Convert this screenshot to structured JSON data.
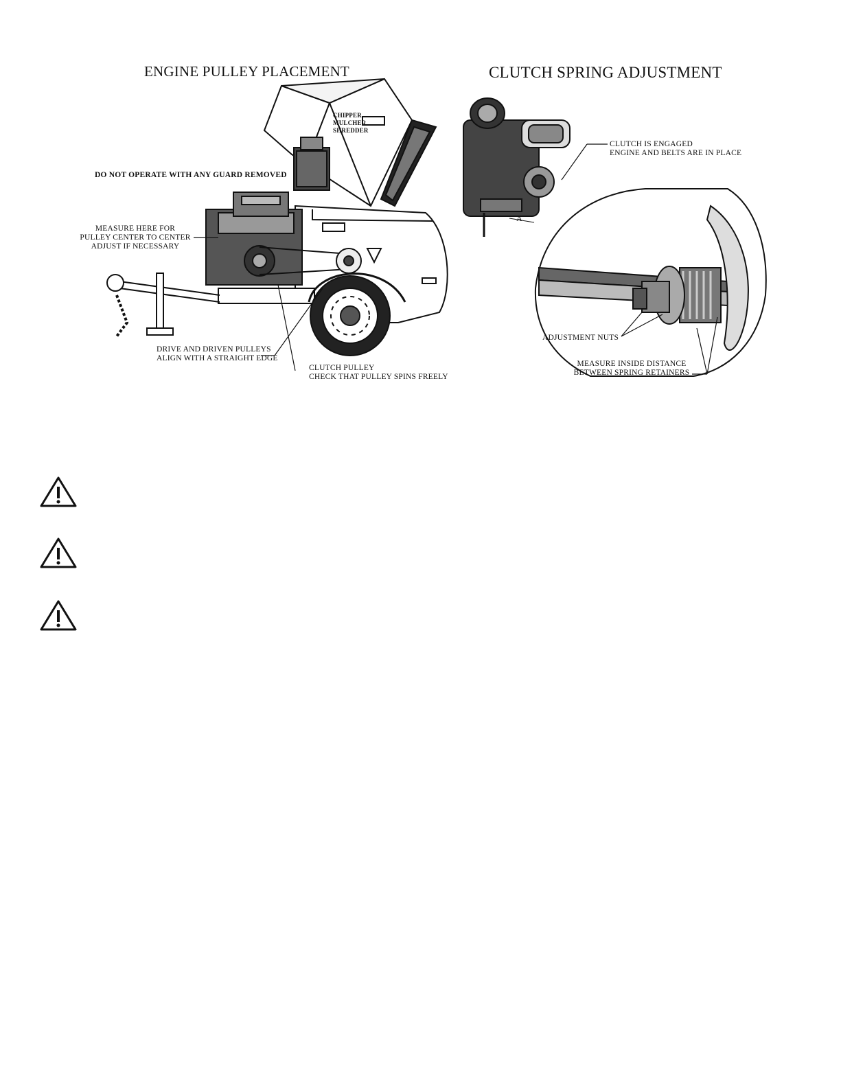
{
  "left_figure": {
    "title": "ENGINE PULLEY PLACEMENT",
    "warning": "DO NOT OPERATE WITH ANY GUARD REMOVED",
    "decal_lines": [
      "CHIPPER",
      "MULCHER",
      "SHREDDER"
    ],
    "callouts": {
      "measure_line1": "MEASURE HERE FOR",
      "measure_line2": "PULLEY CENTER TO CENTER",
      "measure_line3": "ADJUST IF NECESSARY",
      "drive_line1": "DRIVE AND DRIVEN PULLEYS",
      "drive_line2": "ALIGN WITH A STRAIGHT EDGE",
      "clutch_line1": "CLUTCH PULLEY",
      "clutch_line2": "CHECK THAT PULLEY SPINS FREELY"
    }
  },
  "right_figure": {
    "title": "CLUTCH SPRING ADJUSTMENT",
    "dimension_label": "A",
    "callouts": {
      "engaged_line1": "CLUTCH IS ENGAGED",
      "engaged_line2": "ENGINE AND BELTS ARE IN PLACE",
      "nuts": "ADJUSTMENT NUTS",
      "measure_line1": "MEASURE INSIDE DISTANCE",
      "measure_line2": "BETWEEN SPRING RETAINERS"
    }
  },
  "warning_icons": [
    "warning-triangle-icon",
    "warning-triangle-icon",
    "warning-triangle-icon"
  ]
}
